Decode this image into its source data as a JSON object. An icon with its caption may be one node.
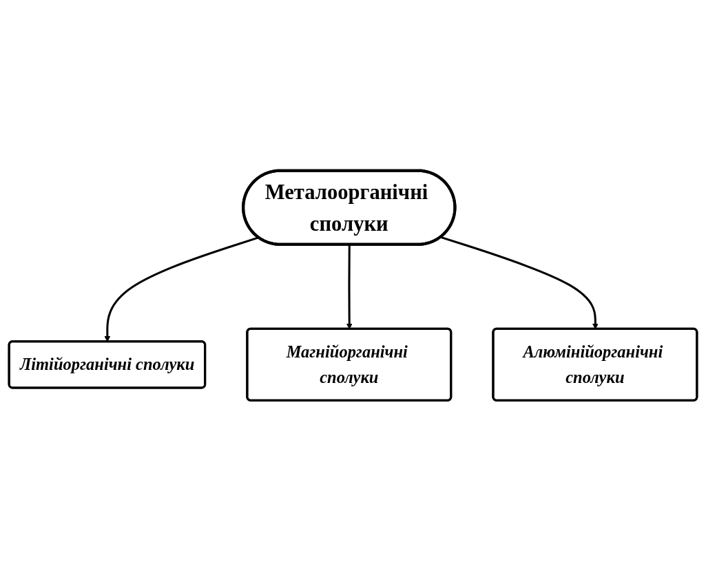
{
  "diagram": {
    "nodes": [
      {
        "text": [
          "Металоорганічні сполуки"
        ]
      },
      {
        "text": [
          "Літійорганічні сполуки"
        ]
      },
      {
        "text": [
          "Алюмінійорганічні сполуки"
        ]
      },
      {
        "text": [
          "Магнійорганічні сполуки"
        ]
      }
    ],
    "edges": [
      {
        "from": 0,
        "to": 1,
        "arrow": "to"
      },
      {
        "from": 0,
        "to": 3,
        "arrow": "to"
      },
      {
        "from": 0,
        "to": 2,
        "arrow": "to"
      }
    ]
  }
}
